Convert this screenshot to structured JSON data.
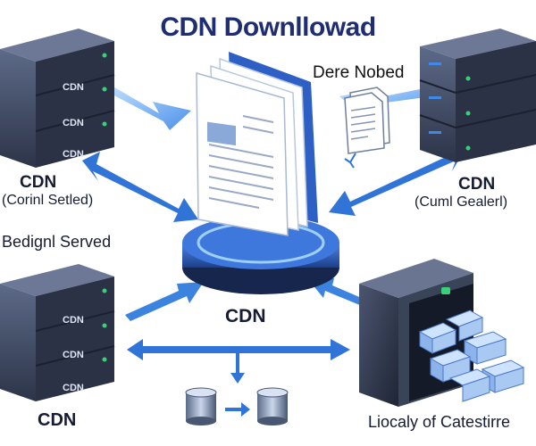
{
  "title": "CDN Downllowad",
  "labels": {
    "document_label": "Dere Nobed",
    "top_left_title": "CDN",
    "top_left_sub": "(Corinl Setled)",
    "side_label": "Bedignl Served",
    "top_right_title": "CDN",
    "top_right_sub": "(Cuml Gealerl)",
    "center_label": "CDN",
    "bottom_left_label": "CDN",
    "bottom_right_label": "Liocaly of Catestirre"
  },
  "server_tag": "CDN",
  "colors": {
    "title": "#1f2e73",
    "arrow": "#2f74d6",
    "arrow_light": "#5aa0f0",
    "server_body": "#3a4560",
    "server_face": "#5a6785",
    "led": "#3ad07a",
    "platform": "#2b63c9"
  }
}
